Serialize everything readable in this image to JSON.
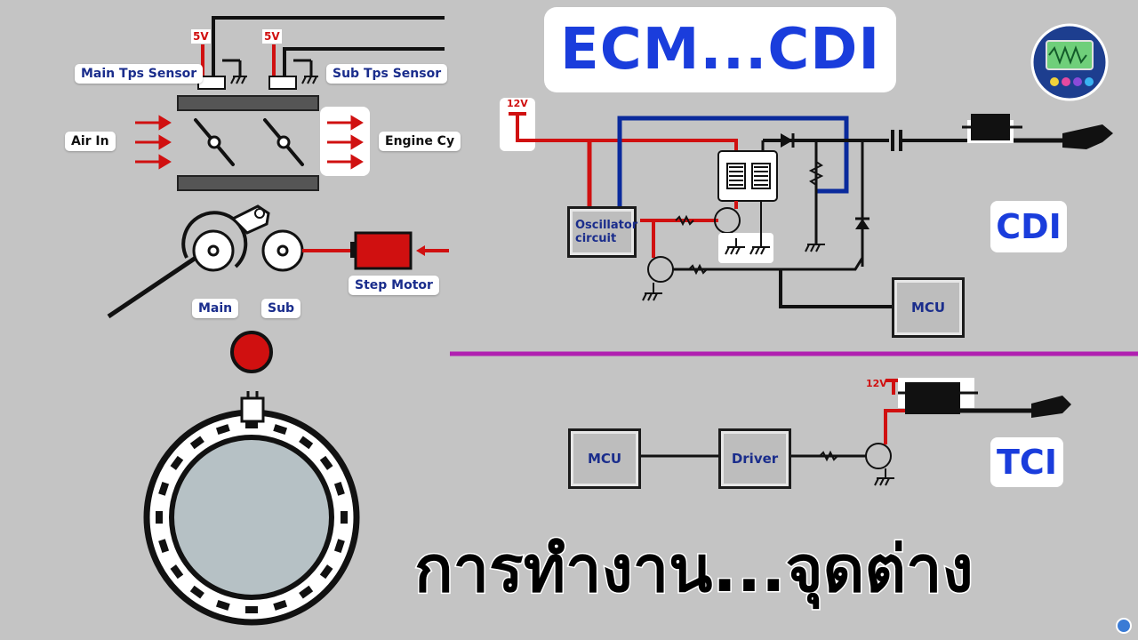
{
  "title": "ECM...CDI",
  "subtitle": "การทำงาน...จุดต่าง",
  "throttle": {
    "voltage_main": "5V",
    "voltage_sub": "5V",
    "main_tps_label": "Main Tps Sensor",
    "sub_tps_label": "Sub Tps Sensor",
    "air_in_label": "Air In",
    "engine_label": "Engine Cy",
    "main_label": "Main",
    "sub_label": "Sub",
    "step_motor_label": "Step Motor"
  },
  "cdi": {
    "supply_label": "12V",
    "oscillator_label_line1": "Oscillator",
    "oscillator_label_line2": "circuit",
    "mcu_label": "MCU",
    "badge": "CDI"
  },
  "tci": {
    "supply_label": "12V",
    "mcu_label": "MCU",
    "driver_label": "Driver",
    "badge": "TCI"
  },
  "icons": [
    "oscilloscope-logo-icon",
    "settings-corner-icon"
  ],
  "colors": {
    "background": "#c4c4c4",
    "accent_blue": "#1a3ddc",
    "wire_red": "#d01010",
    "wire_blue": "#0a2a9c",
    "wire_black": "#111111",
    "divider": "#b020b0"
  }
}
